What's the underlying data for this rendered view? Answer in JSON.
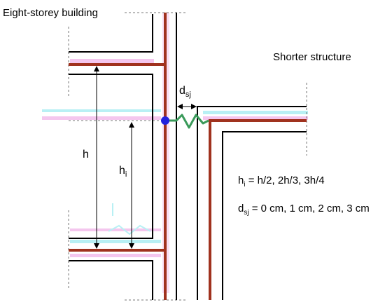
{
  "labels": {
    "left_building": "Eight-storey building",
    "right_building": "Shorter structure",
    "h": "h",
    "hi_main": "h",
    "hi_sub": "i",
    "dsj_main": "d",
    "dsj_sub": "sj"
  },
  "equations": {
    "hi": {
      "main": "h",
      "sub": "i",
      "rest": " = h/2, 2h/3, 3h/4"
    },
    "dsj": {
      "main": "d",
      "sub": "sj",
      "rest": " = 0 cm, 1 cm, 2 cm, 3 cm"
    }
  },
  "colors": {
    "frame": "#000000",
    "beam": "#a0321e",
    "ghost": "#f4b8e8",
    "ghost_cyan": "#b8f0f4",
    "spring": "#3a9a5a",
    "node": "#2222dd",
    "centerline": "#777777"
  }
}
